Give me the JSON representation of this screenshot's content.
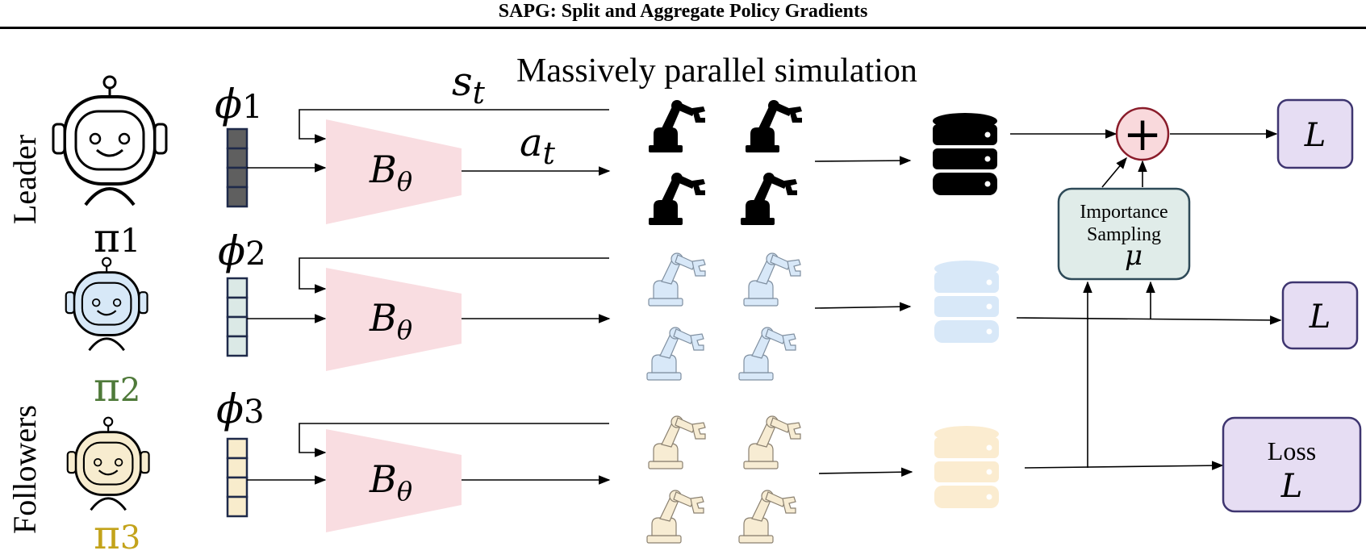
{
  "header": {
    "title": "SAPG: Split and Aggregate Policy Gradients"
  },
  "figure": {
    "simulation_title": "Massively parallel simulation",
    "group_labels": {
      "leader": "Leader",
      "followers": "Followers"
    },
    "state_label": "s",
    "state_sub": "t",
    "action_label": "a",
    "action_sub": "t",
    "backbone": {
      "base": "B",
      "sub": "θ"
    },
    "policies": [
      {
        "pi": "π",
        "index": "1",
        "phi": "ϕ",
        "role": "leader",
        "color": "#000000",
        "robot_fill": "#ffffff",
        "emb_fill": "#5f5f5f",
        "buffer_color": "#000000",
        "sim_fill": "#000000"
      },
      {
        "pi": "π",
        "index": "2",
        "phi": "ϕ",
        "role": "follower",
        "color": "#4f7a3a",
        "robot_fill": "#d7e8f7",
        "emb_fill": "#dbe9e6",
        "buffer_color": "#d8e8f8",
        "sim_fill": "#d8e8f8"
      },
      {
        "pi": "π",
        "index": "3",
        "phi": "ϕ",
        "role": "follower",
        "color": "#c3a31b",
        "robot_fill": "#f7eccf",
        "emb_fill": "#f8eccc",
        "buffer_color": "#fbecd0",
        "sim_fill": "#f7ecd3"
      }
    ],
    "aggregate_symbol": "+",
    "importance_sampling": {
      "line1": "Importance",
      "line2": "Sampling",
      "mu": "μ"
    },
    "loss_boxes": [
      {
        "line1": "",
        "line2": "L"
      },
      {
        "line1": "",
        "line2": "L"
      },
      {
        "line1": "Loss",
        "line2": "L"
      }
    ],
    "colors": {
      "backbone_fill": "#f9dde1",
      "loss_fill": "#e6ddf3",
      "loss_stroke": "#3e3570",
      "is_fill": "#e0ece9",
      "is_stroke": "#2e4a58",
      "plus_fill": "#f9d9dc",
      "plus_stroke": "#8a1c2a"
    }
  }
}
